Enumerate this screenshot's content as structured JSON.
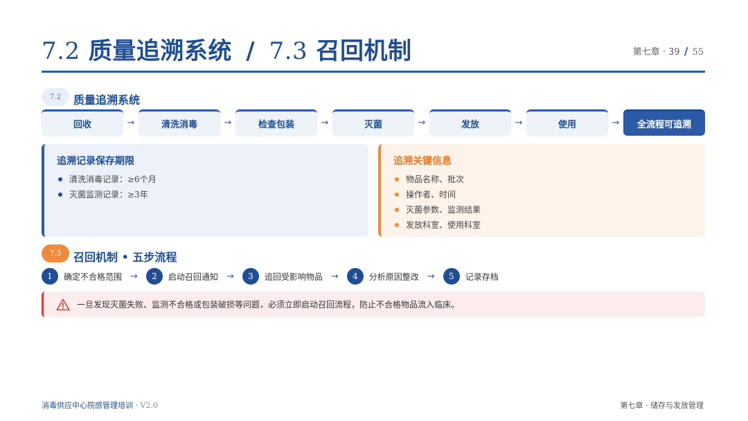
{
  "header": {
    "title_num_1": "7.2",
    "title_text_1": "质量追溯系统",
    "title_slash": "/",
    "title_num_2": "7.3",
    "title_text_2": "召回机制",
    "chapter": "第七章 · 39",
    "page_sep": "/",
    "page_total": "55"
  },
  "trace_section": {
    "badge": "7.2",
    "title": "质量追溯系统",
    "flow": [
      {
        "label": "回收"
      },
      {
        "label": "清洗消毒"
      },
      {
        "label": "检查包装"
      },
      {
        "label": "灭菌"
      },
      {
        "label": "发放"
      },
      {
        "label": "使用"
      },
      {
        "label": "全流程可追溯"
      }
    ],
    "arrow": "→",
    "retention_card": {
      "title": "追溯记录保存期限",
      "items": [
        "清洗消毒记录：≥6个月",
        "灭菌监测记录：≥3年"
      ]
    },
    "key_info_card": {
      "title": "追溯关键信息",
      "items": [
        "物品名称、批次",
        "操作者、时间",
        "灭菌参数、监测结果",
        "发放科室、使用科室"
      ]
    }
  },
  "recall_section": {
    "badge": "7.3",
    "title": "召回机制 • 五步流程",
    "arrow": "→",
    "steps": [
      {
        "num": "1",
        "label": "确定不合格范围"
      },
      {
        "num": "2",
        "label": "启动召回通知"
      },
      {
        "num": "3",
        "label": "追回受影响物品"
      },
      {
        "num": "4",
        "label": "分析原因整改"
      },
      {
        "num": "5",
        "label": "记录存档"
      }
    ],
    "warning": "一旦发现灭菌失败、监测不合格或包装破损等问题，必须立即启动召回流程，防止不合格物品流入临床。",
    "warning_icon": "warning-triangle-icon"
  },
  "footer": {
    "left": "消毒供应中心院感管理培训 · ",
    "version": "V2.0",
    "right": "第七章 · 储存与发放管理"
  },
  "colors": {
    "primary": "#1f4e96",
    "accent_orange": "#f08a3c",
    "warning_red": "#d93b3b"
  }
}
